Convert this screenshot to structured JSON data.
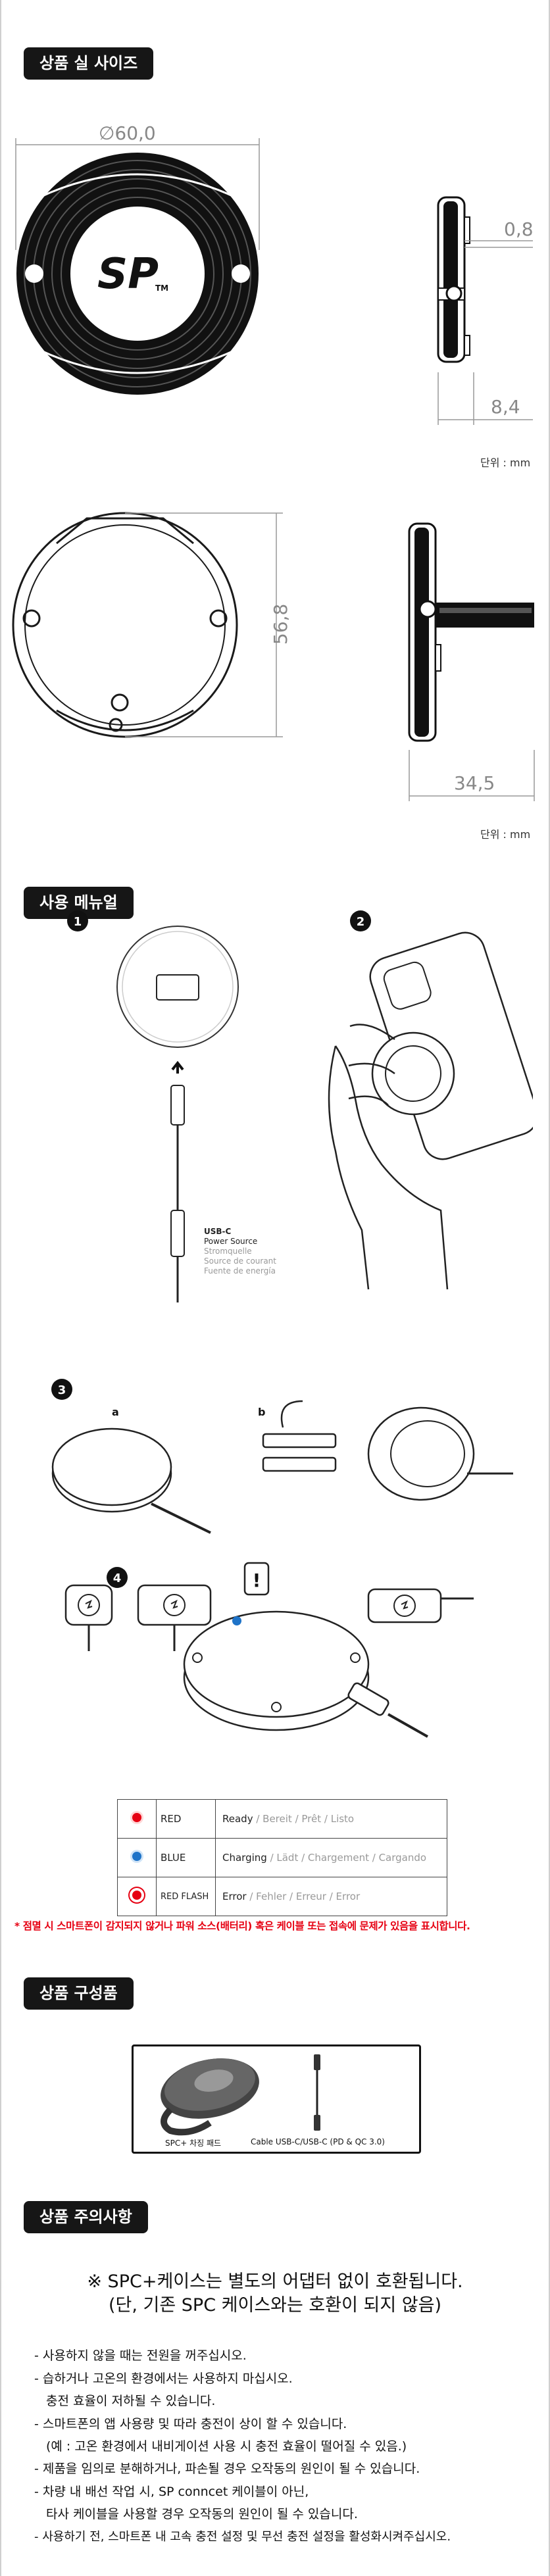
{
  "sections": {
    "size": "상품 실 사이즈",
    "manual": "사용 메뉴얼",
    "components": "상품 구성품",
    "caution": "상품 주의사항"
  },
  "dimensions": {
    "diameter": "∅60,0",
    "thickness": "0,8",
    "side_depth": "8,4",
    "height": "56,8",
    "open_depth": "34,5",
    "unit": "단위 : mm",
    "logo_text": "SP",
    "logo_tm": "TM"
  },
  "manual": {
    "steps": [
      "1",
      "2",
      "3",
      "4"
    ],
    "sub_a": "a",
    "sub_b": "b",
    "exclamation": "!",
    "usbc": {
      "title": "USB-C",
      "lines": [
        "Power Source"
      ],
      "sub_lines": [
        "Stromquelle",
        "Source de courant",
        "Fuente de energía"
      ]
    },
    "leds": [
      {
        "label": "RED",
        "desc": "Ready",
        "sub": " / Bereit / Prêt / Listo",
        "color": "#e60012"
      },
      {
        "label": "BLUE",
        "desc": "Charging",
        "sub": " / Lädt / Chargement / Cargando",
        "color": "#1e73c8"
      },
      {
        "label": "RED FLASH",
        "desc": "Error",
        "sub": " / Fehler / Erreur / Error",
        "color": "#e60012"
      }
    ],
    "warning": "* 점멸 시 스마트폰이 감지되지 않거나 파워 소스(배터리) 혹은 케이블 또는 접속에 문제가 있음을 표시합니다."
  },
  "components": {
    "pad_label": "SPC+ 차징 패드",
    "cable_label": "Cable USB-C/USB-C (PD & QC 3.0)"
  },
  "caution": {
    "headline": "※ SPC+케이스는 별도의 어댑터 없이 호환됩니다.",
    "subline": "(단, 기존 SPC 케이스와는 호환이 되지 않음)",
    "items": [
      "- 사용하지 않을 때는 전원을 꺼주십시오.",
      "- 습하거나 고온의 환경에서는 사용하지 마십시오.",
      "충전 효율이 저하될 수 있습니다.",
      "- 스마트폰의 앱 사용량 및 따라 충전이 상이 할 수 있습니다.",
      "(예 : 고온 환경에서 내비게이션 사용 시 충전 효율이 떨어질 수 있음.)",
      "- 제품을 임의로 분해하거나, 파손될 경우 오작동의 원인이 될 수 있습니다.",
      "- 차량 내 배선 작업 시, SP conncet 케이블이 아닌,",
      "타사 케이블을 사용할 경우 오작동의 원인이 될 수 있습니다.",
      "- 사용하기 전, 스마트폰 내 고속 충전 설정 및 무선 충전 설정을 활성화시켜주십시오."
    ]
  }
}
